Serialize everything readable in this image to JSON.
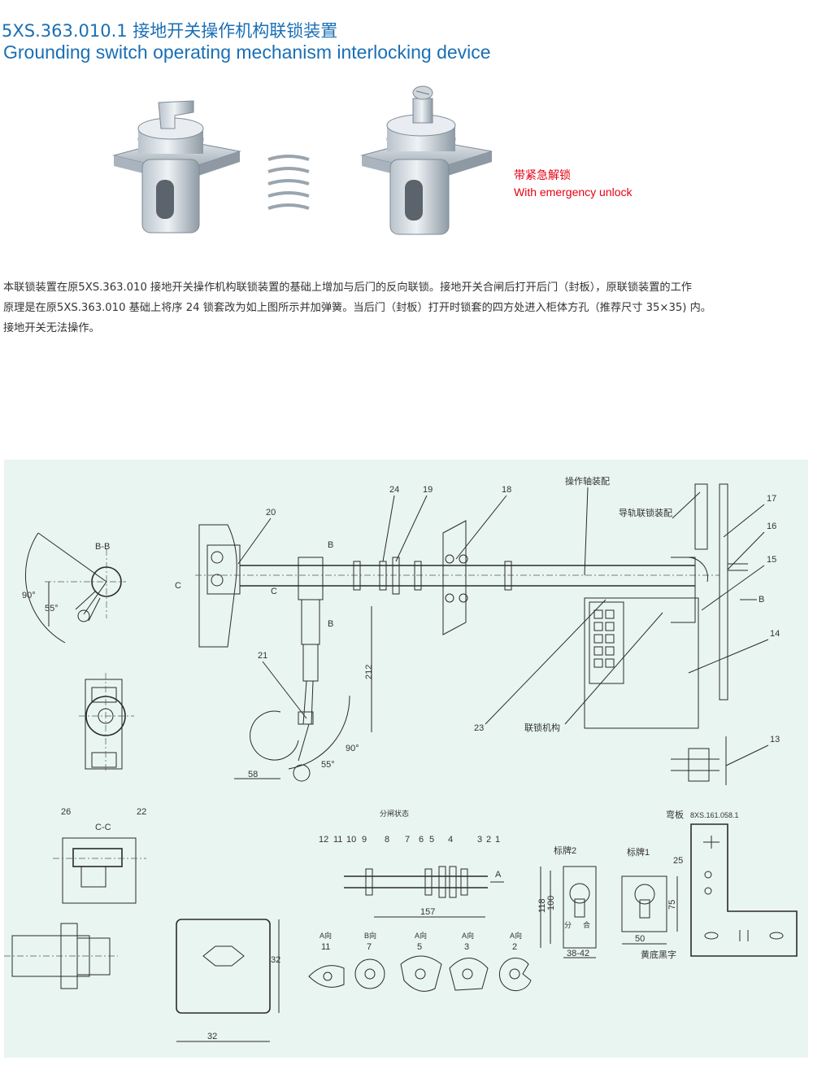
{
  "header": {
    "title_cn": "5XS.363.010.1 接地开关操作机构联锁装置",
    "title_en": "Grounding switch operating mechanism interlocking device"
  },
  "photo_caption": {
    "cn": "带紧急解锁",
    "en": "With emergency unlock"
  },
  "description": {
    "lines": [
      "本联锁装置在原5XS.363.010 接地开关操作机构联锁装置的基础上增加与后门的反向联锁。接地开关合闸后打开后门（封板），原联锁装置的工作",
      "原理是在原5XS.363.010 基础上将序 24 锁套改为如上图所示并加弹簧。当后门（封板）打开时锁套的四方处进入柜体方孔（推荐尺寸 35×35) 内。",
      "接地开关无法操作。"
    ]
  },
  "drawing": {
    "top_labels": {
      "caozuozhou": "操作轴装配",
      "daogui": "导轨联锁装配",
      "liansuo": "联锁机构",
      "fenzha": "分闸状态",
      "wanban": "弯板",
      "wanban_code": "8XS.161.058.1",
      "biaopai1": "标牌1",
      "biaopai2": "标牌2",
      "huangdi": "黄底黑字"
    },
    "parts": [
      "24",
      "19",
      "18",
      "17",
      "16",
      "15",
      "14",
      "13",
      "20",
      "21",
      "22",
      "23",
      "26"
    ],
    "section_labels": {
      "bb": "B-B",
      "cc": "C-C",
      "b": "B",
      "c": "C"
    },
    "dims": {
      "d212": "212",
      "d58": "58",
      "d157": "157",
      "d32a": "32",
      "d32b": "32",
      "d118": "118",
      "d100": "100",
      "d38": "38-42",
      "d50": "50",
      "d75": "75",
      "a90": "90°",
      "a55": "55°"
    },
    "shaft_numbers": [
      "12",
      "11",
      "10",
      "9",
      "8",
      "7",
      "6",
      "5",
      "4",
      "3",
      "2",
      "1"
    ],
    "views": [
      {
        "dir": "A向",
        "num": "11"
      },
      {
        "dir": "B向",
        "num": "7"
      },
      {
        "dir": "A向",
        "num": "5"
      },
      {
        "dir": "A向",
        "num": "3"
      },
      {
        "dir": "A向",
        "num": "2"
      }
    ],
    "plate_text": {
      "fen": "分",
      "he": "合"
    },
    "arrow_a": "A"
  }
}
